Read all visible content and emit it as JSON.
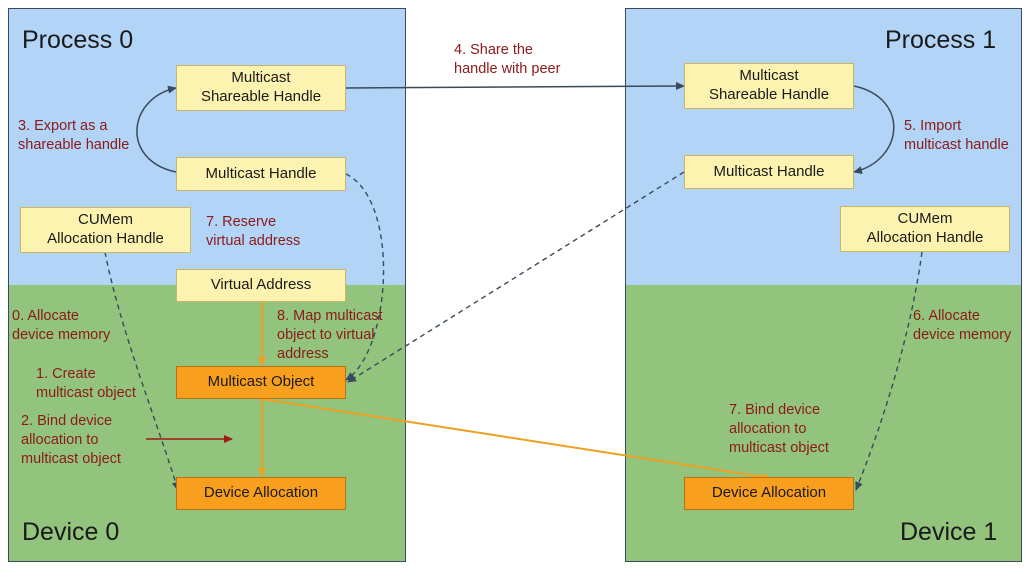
{
  "regions": {
    "process0_title": "Process 0",
    "process1_title": "Process 1",
    "device0_title": "Device 0",
    "device1_title": "Device 1"
  },
  "boxes": {
    "p0_shareable_handle": "Multicast\nShareable Handle",
    "p0_multicast_handle": "Multicast Handle",
    "p0_cumem_handle": "CUMem\nAllocation Handle",
    "p0_virtual_address": "Virtual Address",
    "d0_multicast_object": "Multicast Object",
    "d0_device_allocation": "Device Allocation",
    "p1_shareable_handle": "Multicast\nShareable Handle",
    "p1_multicast_handle": "Multicast Handle",
    "p1_cumem_handle": "CUMem\nAllocation Handle",
    "d1_device_allocation": "Device Allocation"
  },
  "notes": {
    "export": "3. Export as a\nshareable handle",
    "share": "4. Share the\nhandle with peer",
    "import": "5. Import\nmulticast handle",
    "reserve": "7. Reserve\nvirtual address",
    "alloc0": "0. Allocate\ndevice memory",
    "map": "8. Map multicast\nobject to virtual\naddress",
    "create": "1. Create\nmulticast object",
    "bind": "2. Bind device\nallocation to\nmulticast object",
    "alloc1": "6. Allocate\ndevice memory",
    "bind1": "7. Bind device\nallocation to\nmulticast object"
  },
  "colors": {
    "process_bg": "#b2d4f7",
    "device_bg": "#93c47d",
    "handle_box": "#fdf3b0",
    "object_box": "#f8a01e",
    "note_text": "#8b1a1a",
    "arrow_dark": "#3a4a5a",
    "arrow_orange": "#f0a020"
  }
}
